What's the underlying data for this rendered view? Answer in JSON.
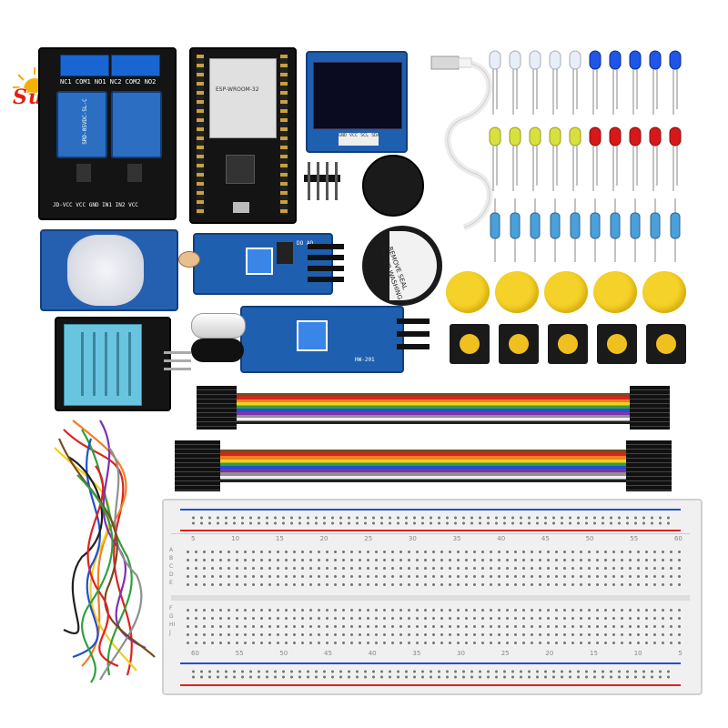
{
  "watermark": {
    "text": "SunnyStore"
  },
  "relay_module": {
    "silk_top": "NC1 COM1 NO1 NC2 COM2 NO2",
    "relay_label": "SRD-05VDC-SL-C",
    "silk_bottom": "JD-VCC VCC GND IN1 IN2 VCC"
  },
  "esp32_board": {
    "chip_label": "ESP-WROOM-32"
  },
  "oled_display": {
    "pins": "GND VCC SCL SDA"
  },
  "buzzer_sticker": {
    "text": "REMOVE SEAL AFTER WASHING"
  },
  "ldr_module": {
    "silk": "DO AO"
  },
  "ir_module": {
    "silk": "HW-201"
  },
  "breadboard": {
    "top_numbers": [
      "5",
      "10",
      "15",
      "20",
      "25",
      "30",
      "35",
      "40",
      "45",
      "50",
      "55",
      "60"
    ],
    "bottom_numbers": [
      "60",
      "55",
      "50",
      "45",
      "40",
      "35",
      "30",
      "25",
      "20",
      "15",
      "10",
      "5"
    ],
    "row_letters_top": "ABCDE",
    "row_letters_bottom": "FGHIJ"
  },
  "colors": {
    "pcb_blue": "#1f5fb0",
    "ribbon": [
      "#7a4a1e",
      "#e02020",
      "#f08020",
      "#f0d020",
      "#30a040",
      "#2050d0",
      "#8030b0",
      "#909090",
      "#f0f0f0",
      "#202020"
    ],
    "led_clear": "#e8eef8",
    "led_blue": "#1e56e8",
    "led_yellow": "#d8e040",
    "led_red": "#d81818",
    "button_cap": "#f5d22a"
  }
}
